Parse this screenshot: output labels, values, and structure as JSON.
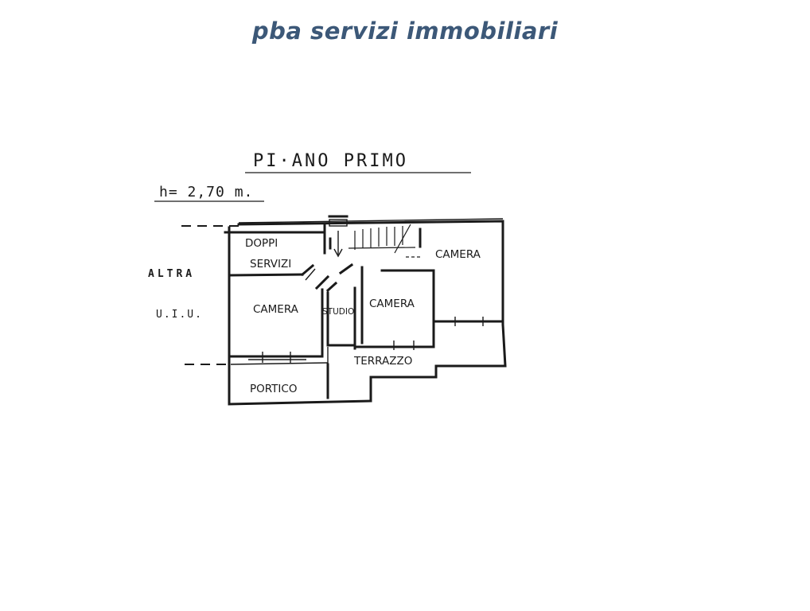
{
  "brand": {
    "name": "pba servizi immobiliari",
    "color": "#3c5878"
  },
  "plan": {
    "title": "PI·ANO    PRIMO",
    "height_label": "h= 2,70  m.",
    "neighbor_label_line1": "ALTRA",
    "neighbor_label_line2": "U.I.U.",
    "rooms": {
      "doppi": "DOPPI",
      "servizi": "SERVIZI",
      "camera_left": "CAMERA",
      "studio": "STUDIO",
      "camera_center": "CAMERA",
      "camera_right": "CAMERA",
      "terrazzo": "TERRAZZO",
      "portico": "PORTICO"
    }
  }
}
